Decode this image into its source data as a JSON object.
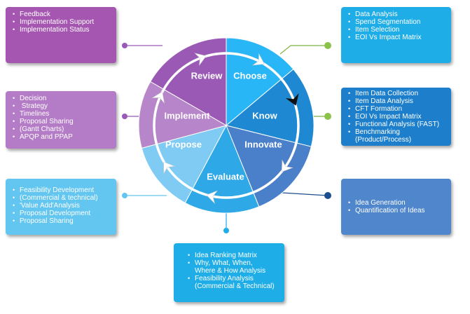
{
  "colors": {
    "review": "#9B59B6",
    "choose": "#29B6F6",
    "know": "#1E88D3",
    "innovate": "#4A7FC9",
    "evaluate": "#2FA8E8",
    "propose": "#7FCBF4",
    "implement": "#B785C9",
    "box_purple": "#A456B0",
    "box_lilac": "#B47CC6",
    "box_lightblue": "#63C6F0",
    "box_sky": "#1FADE8",
    "box_blue": "#1D7FCB",
    "box_steel": "#4F86CC"
  },
  "phases": [
    {
      "key": "review",
      "label": "Review"
    },
    {
      "key": "choose",
      "label": "Choose"
    },
    {
      "key": "know",
      "label": "Know"
    },
    {
      "key": "innovate",
      "label": "Innovate"
    },
    {
      "key": "evaluate",
      "label": "Evaluate"
    },
    {
      "key": "propose",
      "label": "Propose"
    },
    {
      "key": "implement",
      "label": "Implement"
    }
  ],
  "boxes": {
    "review": [
      "Feedback",
      "Implementation Support",
      "Implementation Status"
    ],
    "implement": [
      "Decision",
      " Strategy",
      "Timelines",
      "Proposal Sharing",
      "(Gantt Charts)",
      "APQP and PPAP"
    ],
    "propose": [
      "Feasibility Development",
      "(Commercial & technical)",
      "'Value Add'Analysis",
      "Proposal Development",
      "Proposal Sharing"
    ],
    "evaluate": [
      "Idea Ranking Matrix",
      "Why, What, When,\nWhere & How Analysis",
      "Feasibility Analysis\n(Commercial & Technical)"
    ],
    "choose": [
      "Data Analysis",
      "Spend Segmentation",
      "Item Selection",
      "EOI Vs Impact Matrix"
    ],
    "know": [
      "Item Data Collection",
      "Item Data Analysis",
      "CFT Formation",
      "EOI Vs Impact Matrix",
      "Functional Analysis (FAST)",
      "Benchmarking\n(Product/Process)"
    ],
    "innovate": [
      "Idea Generation",
      "Quantification of Ideas"
    ]
  }
}
